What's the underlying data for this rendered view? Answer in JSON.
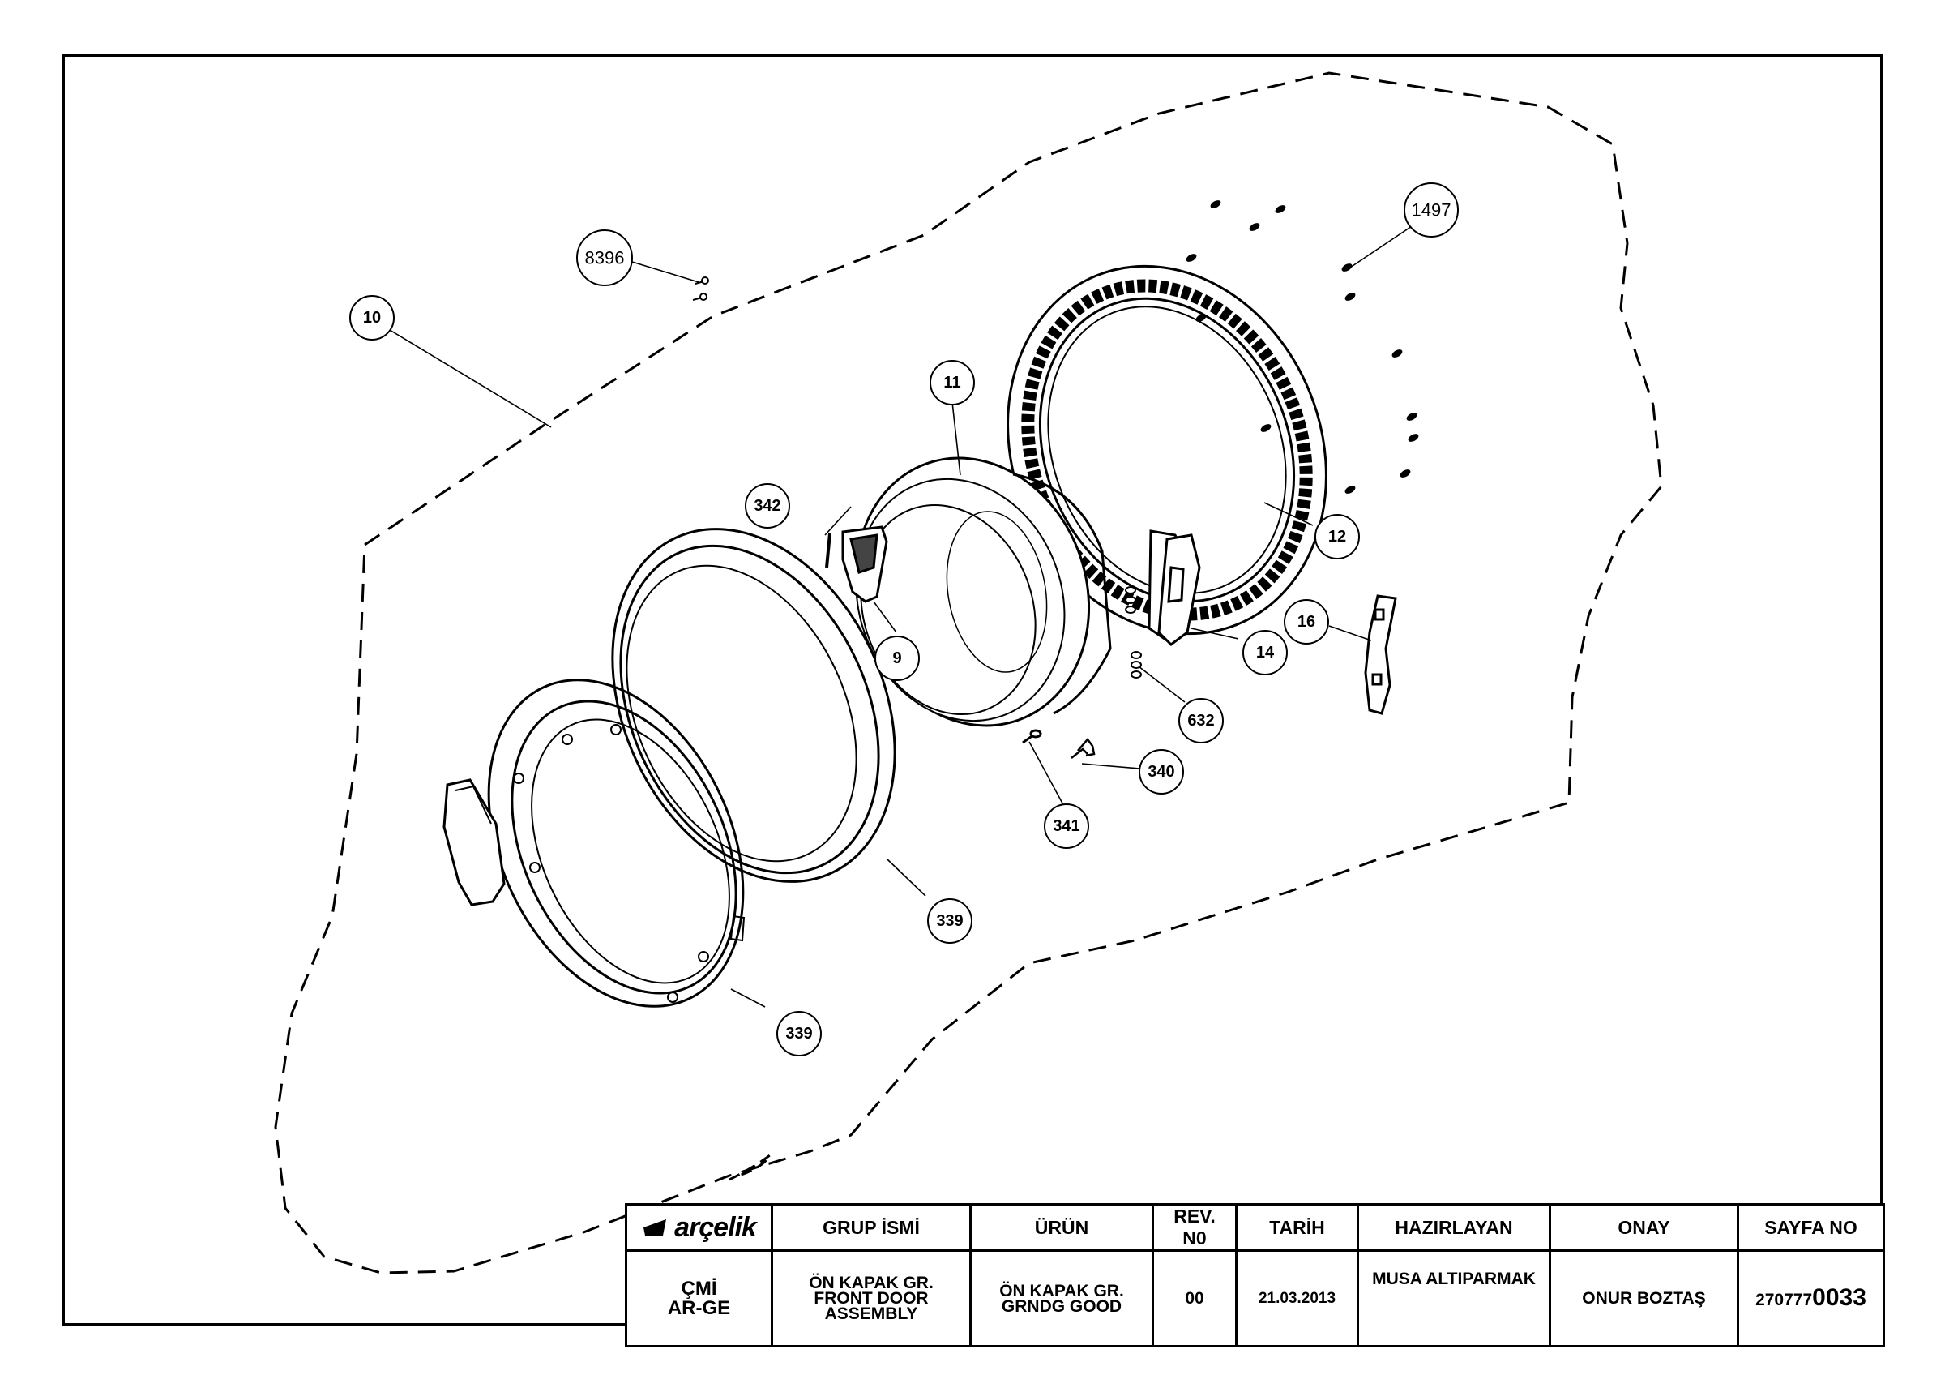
{
  "callouts": [
    {
      "id": "c10",
      "text": "10"
    },
    {
      "id": "c8396",
      "text": "8396"
    },
    {
      "id": "c1497",
      "text": "1497"
    },
    {
      "id": "c11",
      "text": "11"
    },
    {
      "id": "c342",
      "text": "342"
    },
    {
      "id": "c12",
      "text": "12"
    },
    {
      "id": "c16",
      "text": "16"
    },
    {
      "id": "c9",
      "text": "9"
    },
    {
      "id": "c14",
      "text": "14"
    },
    {
      "id": "c632",
      "text": "632"
    },
    {
      "id": "c340",
      "text": "340"
    },
    {
      "id": "c341",
      "text": "341"
    },
    {
      "id": "c339a",
      "text": "339"
    },
    {
      "id": "c339b",
      "text": "339"
    }
  ],
  "title_block": {
    "logo_text": "arçelik",
    "headers": {
      "group_name": "GRUP İSMİ",
      "product": "ÜRÜN",
      "rev_line1": "REV.",
      "rev_line2": "N0",
      "date": "TARİH",
      "prepared_by": "HAZIRLAYAN",
      "approval": "ONAY",
      "page_no": "SAYFA NO"
    },
    "values": {
      "dept_line1": "ÇMİ",
      "dept_line2": "AR-GE",
      "group_line1": "ÖN KAPAK GR.",
      "group_line2": "FRONT DOOR",
      "group_line3": "ASSEMBLY",
      "product_line1": "ÖN KAPAK GR.",
      "product_line2": "GRNDG GOOD",
      "rev": "00",
      "date": "21.03.2013",
      "prepared_by": "MUSA ALTIPARMAK",
      "approval": "ONUR BOZTAŞ",
      "page_no_prefix": "270777",
      "page_no_main": "0033"
    }
  }
}
